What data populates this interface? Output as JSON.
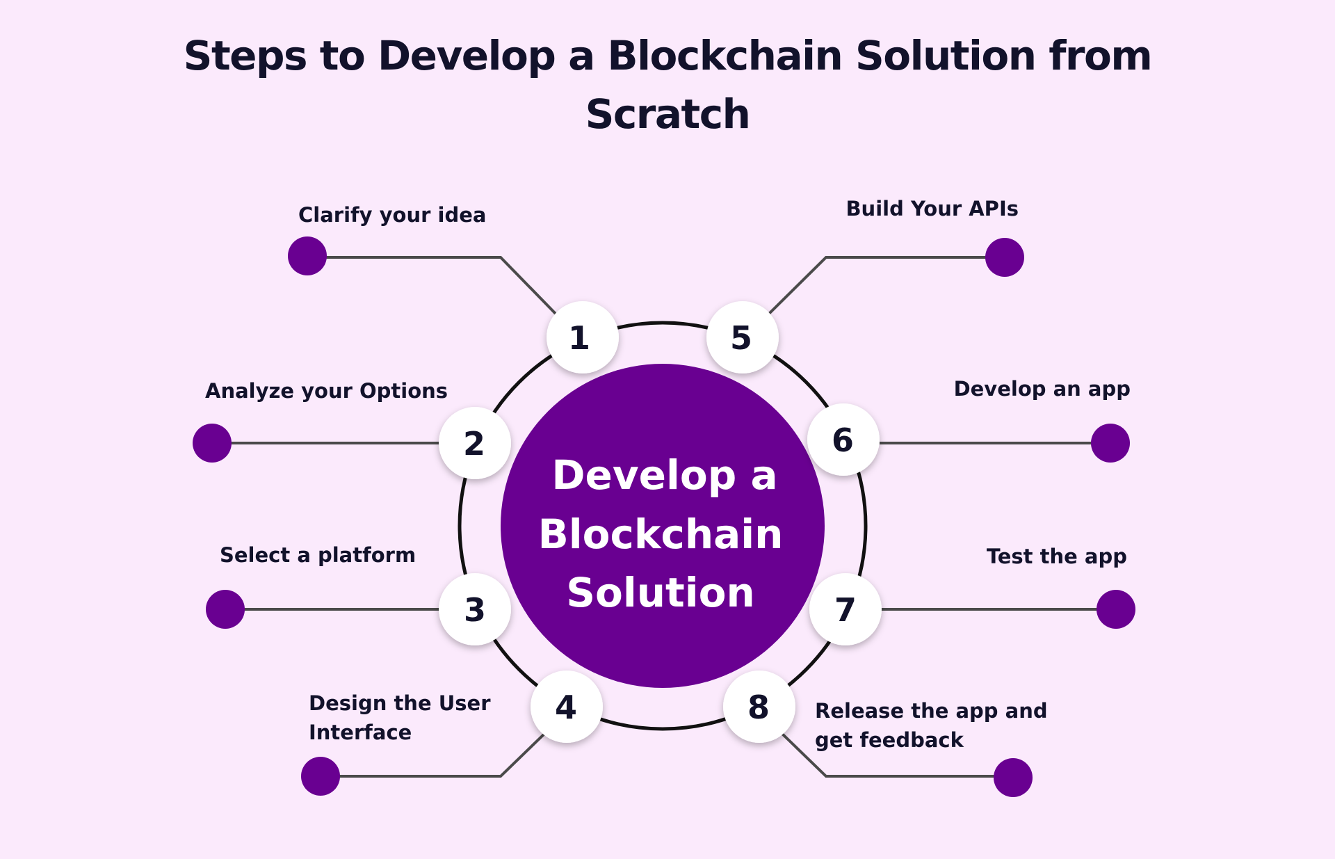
{
  "title": "Steps to Develop a Blockchain Solution from Scratch",
  "center": {
    "lines": [
      "Develop a",
      "Blockchain",
      "Solution"
    ]
  },
  "steps": [
    {
      "number": "1",
      "label": "Clarify your idea"
    },
    {
      "number": "2",
      "label": "Analyze your Options"
    },
    {
      "number": "3",
      "label": "Select a platform"
    },
    {
      "number": "4",
      "label_lines": [
        "Design the User",
        "Interface"
      ]
    },
    {
      "number": "5",
      "label": "Build Your APIs"
    },
    {
      "number": "6",
      "label": "Develop an app"
    },
    {
      "number": "7",
      "label": "Test the app"
    },
    {
      "number": "8",
      "label_lines": [
        "Release the app and",
        "get feedback"
      ]
    }
  ],
  "colors": {
    "background": "#fbeafc",
    "accent": "#690091",
    "text": "#12122b",
    "connector": "#4a4a4a"
  }
}
